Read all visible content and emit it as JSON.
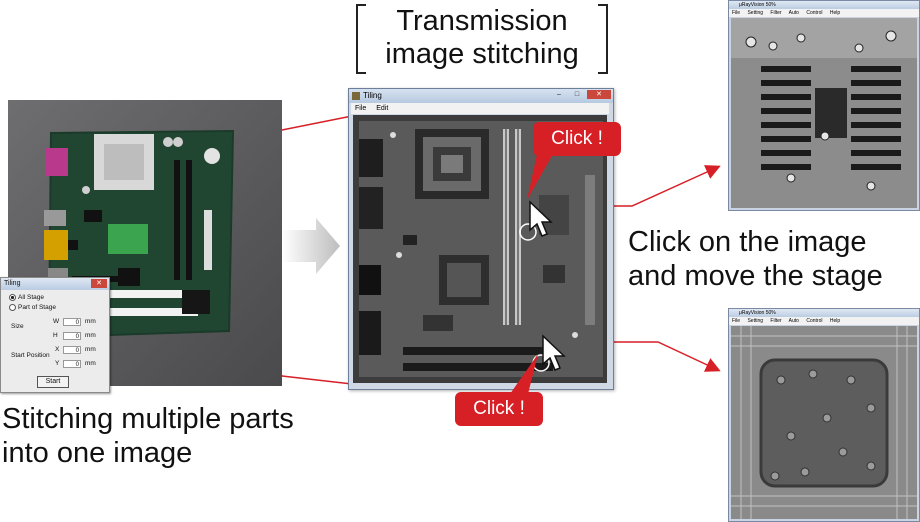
{
  "header": {
    "title_line1": "Transmission",
    "title_line2": "image stitching"
  },
  "tiling_dialog": {
    "title": "Tiling",
    "option_all": "All Stage",
    "option_part": "Part of Stage",
    "size_label": "Size",
    "w_label": "W",
    "h_label": "H",
    "start_position_label": "Start Position",
    "x_label": "X",
    "y_label": "Y",
    "w_value": "0",
    "h_value": "0",
    "x_value": "0",
    "y_value": "0",
    "unit": "mm",
    "start_button": "Start"
  },
  "tiling_window": {
    "title": "Tiling",
    "menu_file": "File",
    "menu_edit": "Edit"
  },
  "xray_windows": {
    "title": "μRayVision  50%",
    "menu_items": [
      "File",
      "Setting",
      "Filter",
      "Auto Control",
      "Help"
    ]
  },
  "callouts": {
    "top": "Click !",
    "bottom": "Click !"
  },
  "instruction": {
    "line1": "Click on the image",
    "line2": "and move the stage"
  },
  "caption": {
    "line1": "Stitching multiple parts",
    "line2": "into one image"
  },
  "colors": {
    "callout": "#d71f26",
    "arrow": "#d71f26",
    "window_frame": "#c9d3e1"
  }
}
